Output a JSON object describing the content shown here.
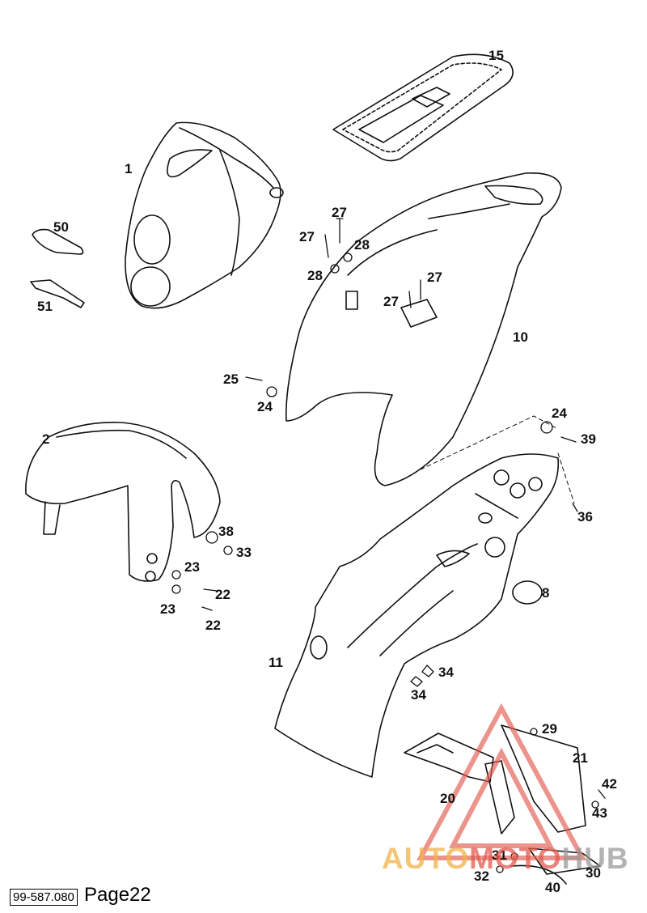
{
  "page": {
    "code": "99-587.080",
    "label": "Page22"
  },
  "watermark": {
    "part1": "AUTO",
    "part2": "MOTO",
    "part3": "HUB",
    "colors": {
      "orange": "#f2b24a",
      "red": "#e35a4f",
      "gray": "#9a9a9a"
    }
  },
  "callouts": {
    "c15": "15",
    "c1": "1",
    "c50": "50",
    "c51": "51",
    "c27a": "27",
    "c27b": "27",
    "c28a": "28",
    "c28b": "28",
    "c27c": "27",
    "c27d": "27",
    "c10": "10",
    "c25": "25",
    "c24a": "24",
    "c24b": "24",
    "c39": "39",
    "c2": "2",
    "c38": "38",
    "c33": "33",
    "c23a": "23",
    "c23b": "23",
    "c22a": "22",
    "c22b": "22",
    "c36": "36",
    "c8": "8",
    "c11": "11",
    "c34a": "34",
    "c34b": "34",
    "c29": "29",
    "c21": "21",
    "c20": "20",
    "c42": "42",
    "c43": "43",
    "c31": "31",
    "c32": "32",
    "c30": "30",
    "c40": "40"
  }
}
